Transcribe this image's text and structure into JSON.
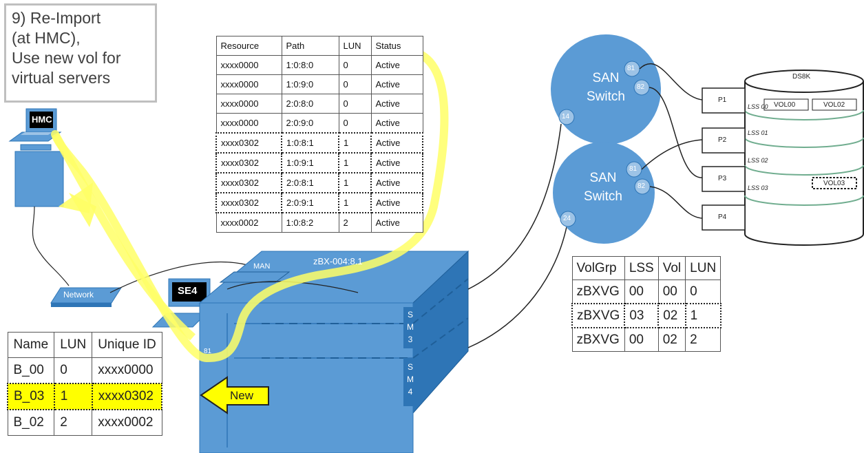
{
  "step": {
    "lines": [
      "9) Re-Import",
      "(at HMC),",
      "Use new vol for",
      "virtual servers"
    ]
  },
  "labels": {
    "hmc": "HMC",
    "network": "Network",
    "se": "SE4",
    "man": "MAN",
    "cpc": "zBX-004:8.1",
    "sm3": [
      "S",
      "M",
      "3"
    ],
    "sm4": [
      "S",
      "M",
      "4"
    ],
    "port81": "81",
    "new_arrow": "New"
  },
  "san": [
    {
      "line1": "SAN",
      "line2": "Switch",
      "ports": [
        "81",
        "82",
        "14"
      ]
    },
    {
      "line1": "SAN",
      "line2": "Switch",
      "ports": [
        "81",
        "82",
        "24"
      ]
    }
  ],
  "storage": {
    "name": "DS8K",
    "ports": [
      "P1",
      "P2",
      "P3",
      "P4"
    ],
    "lss": [
      "LSS 00",
      "LSS 01",
      "LSS 02",
      "LSS 03"
    ],
    "volumes": [
      "VOL00",
      "VOL02",
      "VOL03"
    ]
  },
  "path_table": {
    "headers": [
      "Resource",
      "Path",
      "LUN",
      "Status"
    ],
    "rows": [
      [
        "xxxx0000",
        "1:0:8:0",
        "0",
        "Active"
      ],
      [
        "xxxx0000",
        "1:0:9:0",
        "0",
        "Active"
      ],
      [
        "xxxx0000",
        "2:0:8:0",
        "0",
        "Active"
      ],
      [
        "xxxx0000",
        "2:0:9:0",
        "0",
        "Active"
      ],
      [
        "xxxx0302",
        "1:0:8:1",
        "1",
        "Active"
      ],
      [
        "xxxx0302",
        "1:0:9:1",
        "1",
        "Active"
      ],
      [
        "xxxx0302",
        "2:0:8:1",
        "1",
        "Active"
      ],
      [
        "xxxx0302",
        "2:0:9:1",
        "1",
        "Active"
      ],
      [
        "xxxx0002",
        "1:0:8:2",
        "2",
        "Active"
      ]
    ]
  },
  "vol_table": {
    "headers": [
      "VolGrp",
      "LSS",
      "Vol",
      "LUN"
    ],
    "rows": [
      [
        "zBXVG",
        "00",
        "00",
        "0"
      ],
      [
        "zBXVG",
        "03",
        "02",
        "1"
      ],
      [
        "zBXVG",
        "00",
        "02",
        "2"
      ]
    ]
  },
  "lun_table": {
    "headers": [
      "Name",
      "LUN",
      "Unique ID"
    ],
    "rows": [
      [
        "B_00",
        "0",
        "xxxx0000"
      ],
      [
        "B_03",
        "1",
        "xxxx0302"
      ],
      [
        "B_02",
        "2",
        "xxxx0002"
      ]
    ]
  },
  "colors": {
    "blue": "#5b9bd5",
    "blue_dark": "#2e75b6",
    "highlight": "#ffff00",
    "arrow": "#ffff66"
  }
}
